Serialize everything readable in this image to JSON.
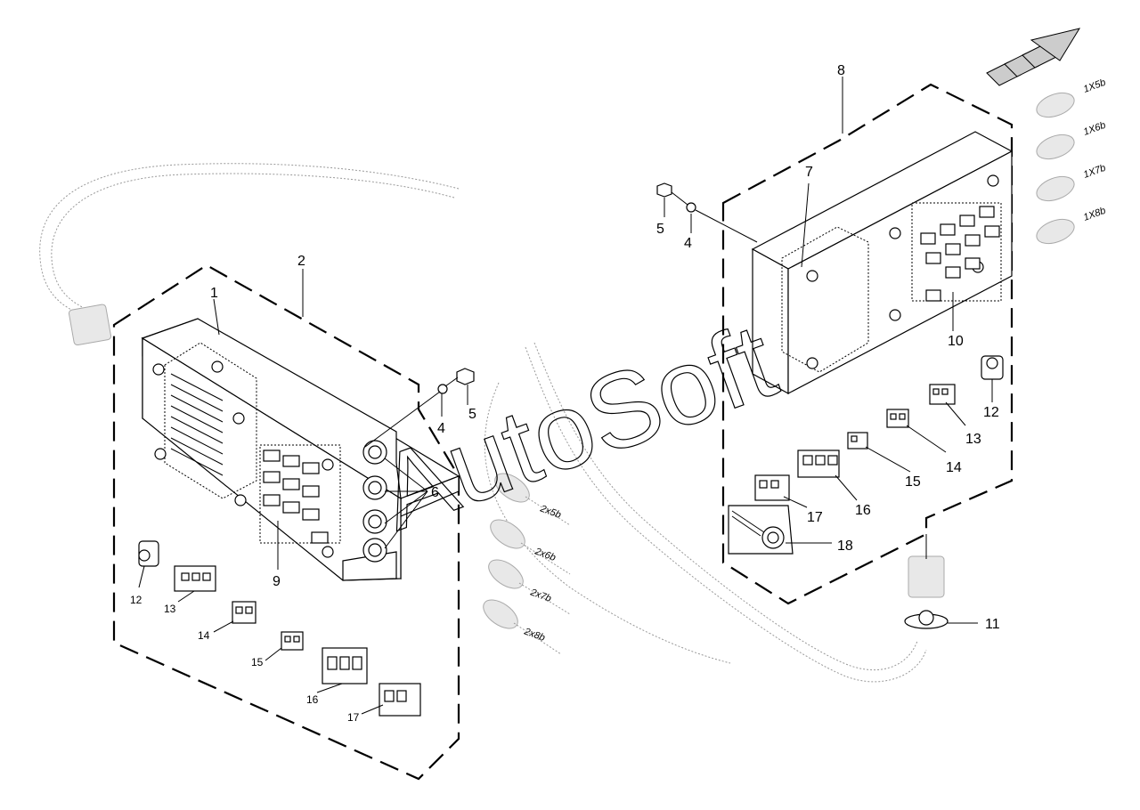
{
  "callouts": {
    "c1": "1",
    "c2": "2",
    "c4a": "4",
    "c5a": "5",
    "c6": "6",
    "c9": "9",
    "c12a": "12",
    "c13a": "13",
    "c14a": "14",
    "c15a": "15",
    "c16a": "16",
    "c17a": "17",
    "c8": "8",
    "c7": "7",
    "c5b": "5",
    "c4b": "4",
    "c10": "10",
    "c12b": "12",
    "c13b": "13",
    "c14b": "14",
    "c15b": "15",
    "c16b": "16",
    "c17b": "17",
    "c18": "18",
    "c11": "11"
  },
  "cable_labels": {
    "left": [
      "2x5b",
      "2x6b",
      "2x7b",
      "2x8b"
    ],
    "right": [
      "1X5b",
      "1X6b",
      "1X7b",
      "1X8b"
    ]
  },
  "watermark": "AutoSoft",
  "colors": {
    "line": "#000000",
    "ghost": "#999999",
    "ghost_fill": "#e8e8e8"
  }
}
